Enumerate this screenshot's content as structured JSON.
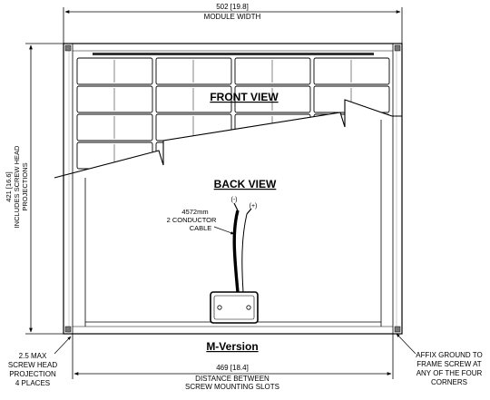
{
  "dimensions": {
    "width_value": "502 [19.8]",
    "width_label": "MODULE WIDTH",
    "height_value": "421 [16.6]",
    "height_label_1": "INCLUDES SCREW HEAD",
    "height_label_2": "PROJECTIONS",
    "slot_value": "469 [18.4]",
    "slot_label_1": "DISTANCE BETWEEN",
    "slot_label_2": "SCREW MOUNTING SLOTS"
  },
  "views": {
    "front": "FRONT VIEW",
    "back": "BACK VIEW"
  },
  "cable": {
    "length": "4572mm",
    "type_1": "2 CONDUCTOR",
    "type_2": "CABLE",
    "neg": "(-)",
    "pos": "(+)"
  },
  "version": "M-Version",
  "notes": {
    "screw_head": [
      "2.5 MAX",
      "SCREW HEAD",
      "PROJECTION",
      "4 PLACES"
    ],
    "ground": [
      "AFFIX GROUND TO",
      "FRAME SCREW AT",
      "ANY OF THE FOUR",
      "CORNERS"
    ]
  }
}
